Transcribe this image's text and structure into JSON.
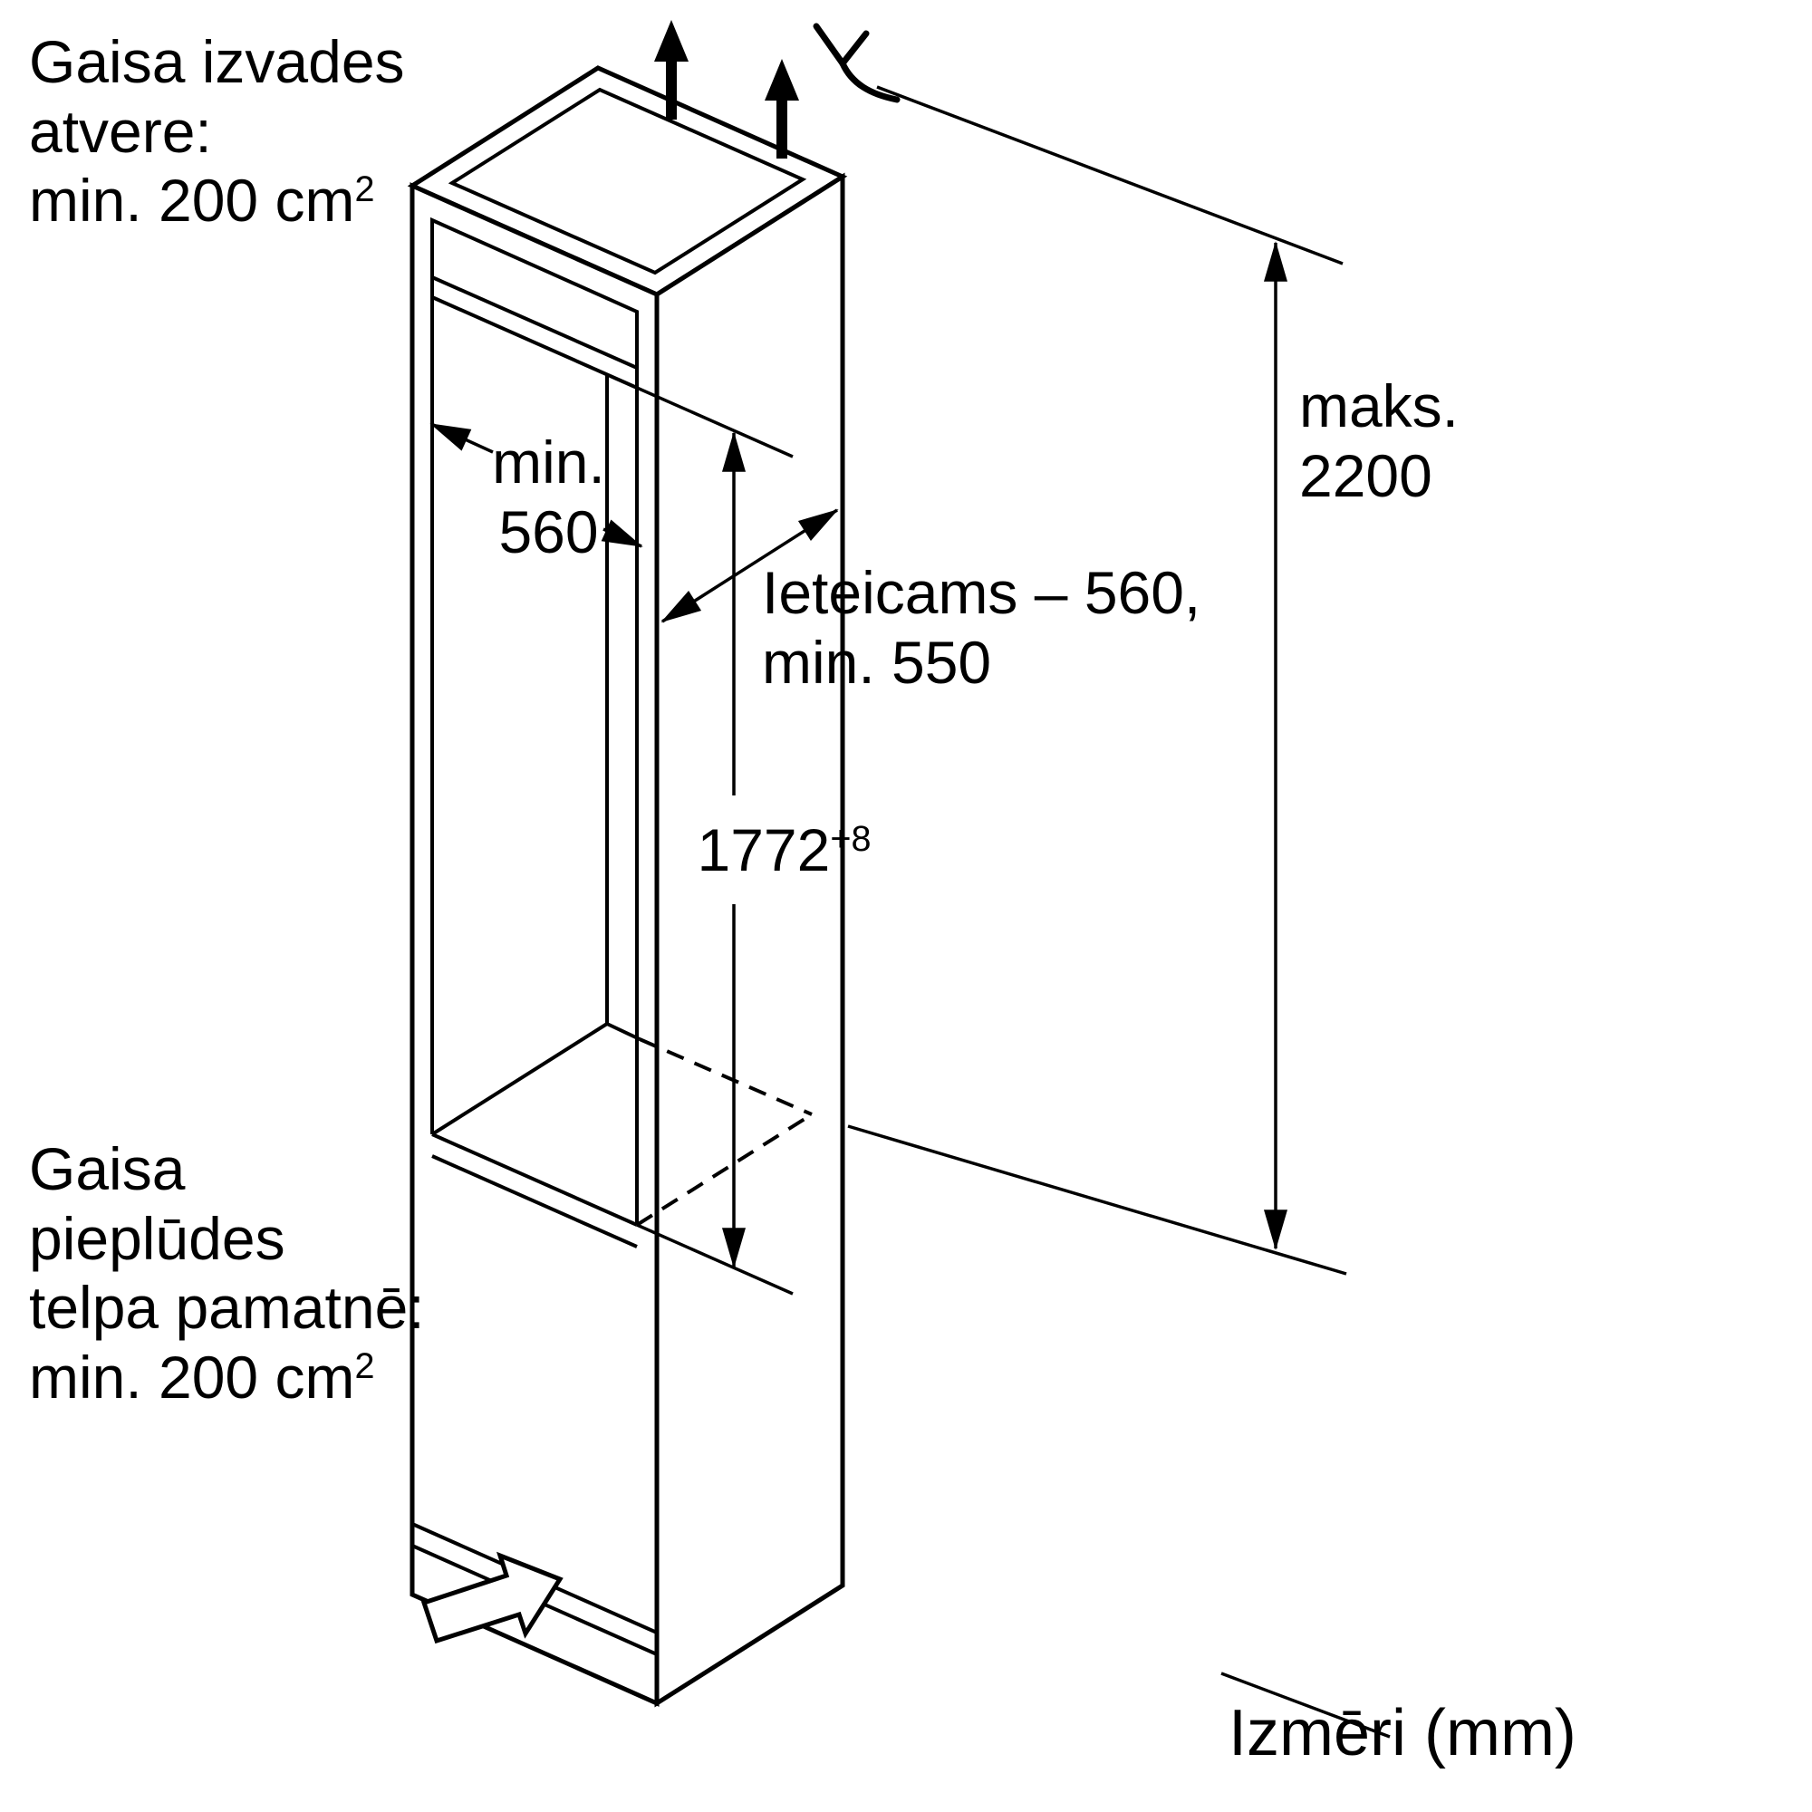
{
  "colors": {
    "background": "#ffffff",
    "line": "#000000",
    "text": "#000000"
  },
  "labels": {
    "air_outlet": {
      "l1": "Gaisa izvades",
      "l2": "atvere:",
      "l3": "min. 200 cm",
      "l3sup": "2"
    },
    "niche_width": {
      "l1": "min.",
      "l2": "560"
    },
    "depth": {
      "l1": "Ieteicams – 560,",
      "l2": "min. 550"
    },
    "niche_height": {
      "value": "1772",
      "tol": "+8"
    },
    "max_height": {
      "l1": "maks.",
      "l2": "2200"
    },
    "air_inlet": {
      "l1": "Gaisa",
      "l2": "pieplūdes",
      "l3": "telpa pamatnē:",
      "l4": "min. 200 cm",
      "l4sup": "2"
    },
    "units": "Izmēri (mm)"
  },
  "icons": {
    "airflow": "up-arrow",
    "power_connection": "power-cord",
    "air_inflow": "block-arrow"
  }
}
